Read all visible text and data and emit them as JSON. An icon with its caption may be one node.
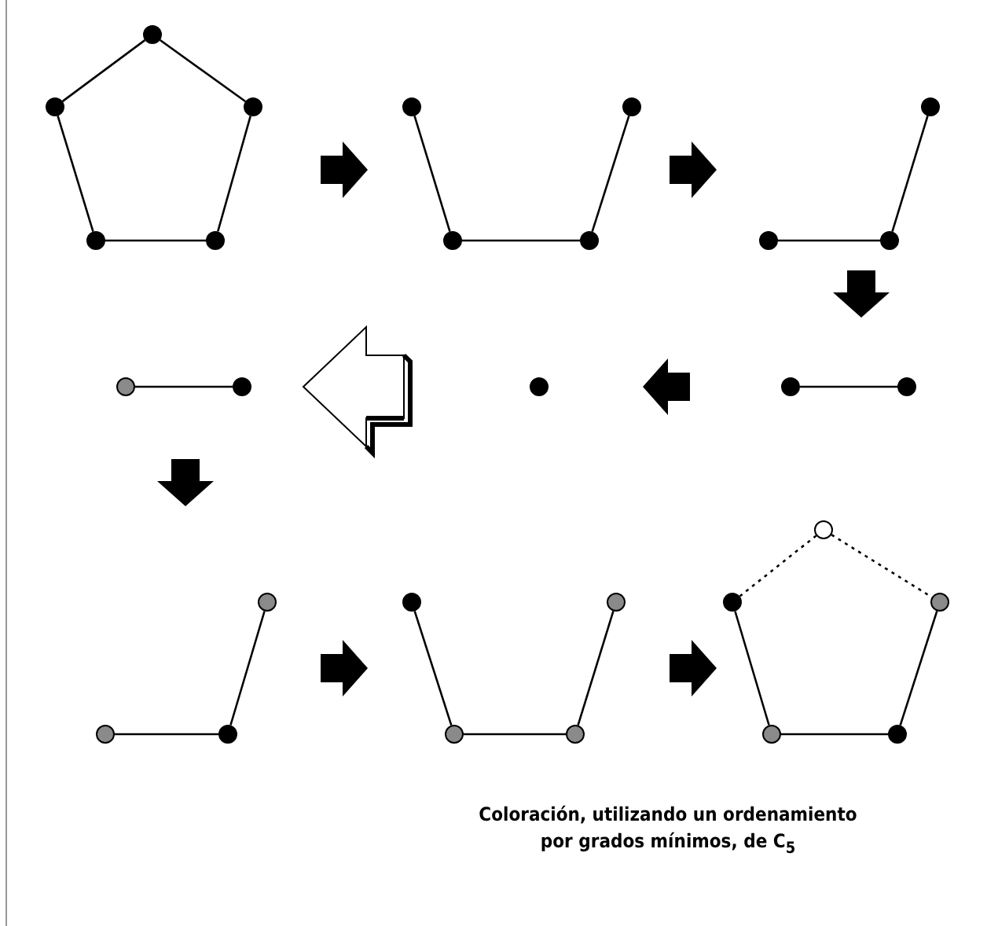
{
  "diagram": {
    "caption": "Coloración, utilizando un ordenamiento por grados mínimos, de C$_{5}$",
    "nodes": [
      {
        "text": [],
        "shape": "circle"
      },
      {
        "text": [],
        "shape": "circle"
      },
      {
        "text": [],
        "shape": "circle"
      },
      {
        "text": [],
        "shape": "circle"
      },
      {
        "text": [],
        "shape": "circle"
      },
      {
        "text": [],
        "shape": "circle"
      },
      {
        "text": [],
        "shape": "circle"
      },
      {
        "text": [],
        "shape": "circle"
      },
      {
        "text": [],
        "shape": "circle"
      },
      {
        "text": [],
        "shape": "circle"
      },
      {
        "text": [],
        "shape": "circle"
      },
      {
        "text": [],
        "shape": "circle"
      },
      {
        "text": [],
        "shape": "circle"
      },
      {
        "text": [],
        "shape": "circle"
      },
      {
        "text": [],
        "shape": "circle"
      },
      {
        "text": [],
        "shape": "circle"
      },
      {
        "text": [],
        "shape": "circle"
      },
      {
        "text": [],
        "shape": "circle"
      },
      {
        "text": [],
        "shape": "circle"
      },
      {
        "text": [],
        "shape": "circle"
      },
      {
        "text": [],
        "shape": "circle"
      },
      {
        "text": [],
        "shape": "circle"
      },
      {
        "text": [],
        "shape": "circle"
      },
      {
        "text": [],
        "shape": "circle"
      },
      {
        "text": [],
        "shape": "circle"
      },
      {
        "text": [],
        "shape": "circle"
      },
      {
        "text": [],
        "shape": "circle"
      },
      {
        "text": [],
        "shape": "circle"
      },
      {
        "text": [],
        "shape": "circle"
      }
    ],
    "edges": [
      {
        "from": 0,
        "to": 1,
        "arrow": "none"
      },
      {
        "from": 0,
        "to": 2,
        "arrow": "none"
      },
      {
        "from": 1,
        "to": 3,
        "arrow": "none"
      },
      {
        "from": 3,
        "to": 4,
        "arrow": "none"
      },
      {
        "from": 4,
        "to": 2,
        "arrow": "none"
      },
      {
        "from": 5,
        "to": 6,
        "arrow": "none"
      },
      {
        "from": 6,
        "to": 7,
        "arrow": "none"
      },
      {
        "from": 7,
        "to": 8,
        "arrow": "none"
      },
      {
        "from": 9,
        "to": 10,
        "arrow": "none"
      },
      {
        "from": 10,
        "to": 11,
        "arrow": "none"
      },
      {
        "from": 12,
        "to": 13,
        "arrow": "none"
      },
      {
        "from": 15,
        "to": 16,
        "arrow": "none"
      },
      {
        "from": 17,
        "to": 18,
        "arrow": "none"
      },
      {
        "from": 18,
        "to": 19,
        "arrow": "none"
      },
      {
        "from": 20,
        "to": 21,
        "arrow": "none"
      },
      {
        "from": 21,
        "to": 22,
        "arrow": "none"
      },
      {
        "from": 22,
        "to": 23,
        "arrow": "none"
      },
      {
        "from": 24,
        "to": 25,
        "arrow": "none",
        "style": "dashed"
      },
      {
        "from": 24,
        "to": 26,
        "arrow": "none",
        "style": "dashed"
      },
      {
        "from": 25,
        "to": 27,
        "arrow": "none"
      },
      {
        "from": 27,
        "to": 28,
        "arrow": "none"
      },
      {
        "from": 28,
        "to": 26,
        "arrow": "none"
      }
    ]
  }
}
